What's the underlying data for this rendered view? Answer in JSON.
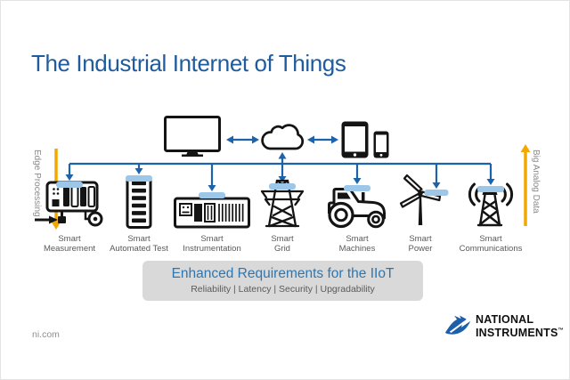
{
  "slide": {
    "title": "The Industrial Internet of Things",
    "footer_url": "ni.com"
  },
  "side_labels": {
    "left": "Edge Processing",
    "right": "Big Analog Data"
  },
  "top_devices": {
    "icons": [
      "monitor-icon",
      "cloud-icon",
      "tablet-icon",
      "phone-icon"
    ]
  },
  "nodes": [
    {
      "icon": "daq-measurement-icon",
      "label1": "Smart",
      "label2": "Measurement"
    },
    {
      "icon": "test-rack-icon",
      "label1": "Smart",
      "label2": "Automated Test"
    },
    {
      "icon": "instrument-chassis-icon",
      "label1": "Smart",
      "label2": "Instrumentation"
    },
    {
      "icon": "transmission-tower-icon",
      "label1": "Smart",
      "label2": "Grid"
    },
    {
      "icon": "tractor-icon",
      "label1": "Smart",
      "label2": "Machines"
    },
    {
      "icon": "wind-turbine-icon",
      "label1": "Smart",
      "label2": "Power"
    },
    {
      "icon": "radio-tower-icon",
      "label1": "Smart",
      "label2": "Communications"
    }
  ],
  "banner": {
    "title": "Enhanced Requirements for the IIoT",
    "subtitle": "Reliability | Latency | Security | Upgradability"
  },
  "logo": {
    "line1": "NATIONAL",
    "line2": "INSTRUMENTS",
    "trademark": "™"
  },
  "colors": {
    "accent_blue": "#1E5C9E",
    "banner_blue": "#2E76B0",
    "connector_blue": "#1C63AC",
    "light_blue": "#9CC7E8",
    "orange": "#F2A800",
    "icon_black": "#141414",
    "banner_bg": "#D9D9D9",
    "logo_blue": "#1D5FA8"
  }
}
